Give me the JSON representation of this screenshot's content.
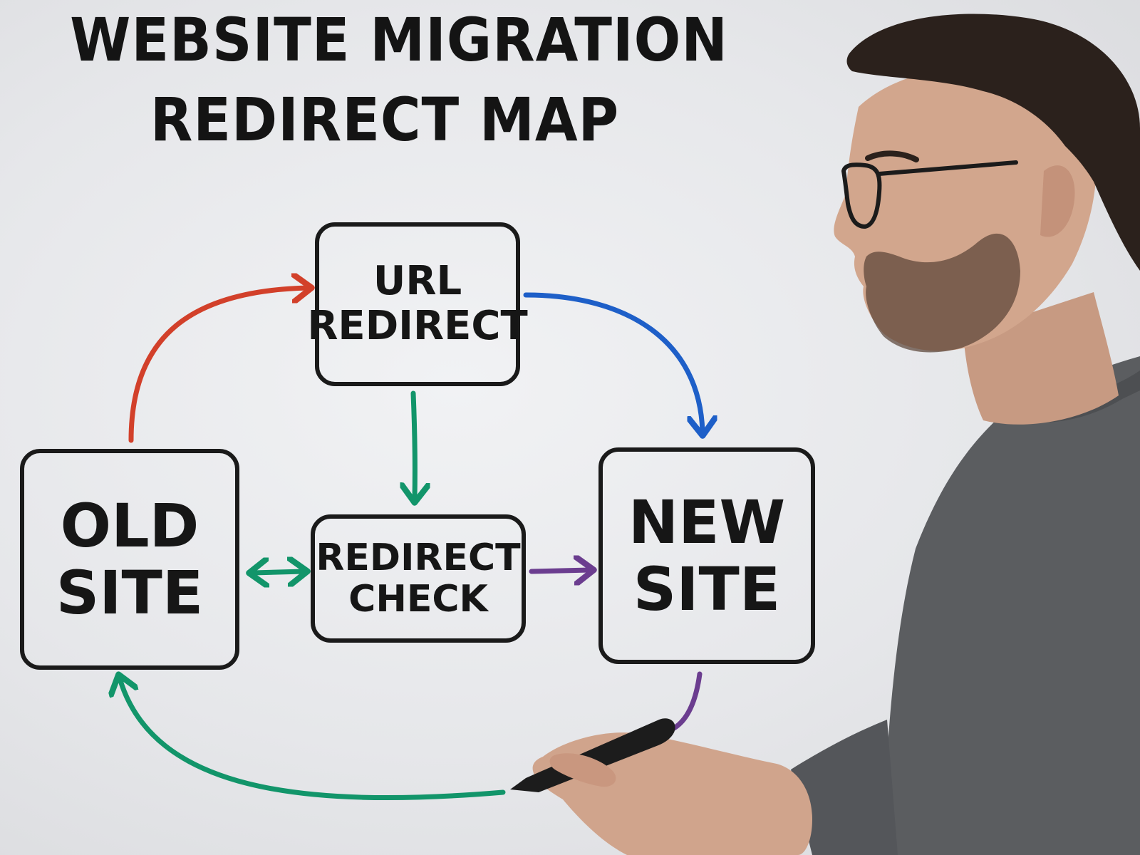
{
  "title": {
    "line1": "WEBSITE MIGRATION",
    "line2": "REDIRECT MAP"
  },
  "nodes": {
    "url_redirect": [
      "URL",
      "REDIRECT"
    ],
    "old_site": [
      "OLD",
      "SITE"
    ],
    "redirect_check": [
      "REDIRECT",
      "CHECK"
    ],
    "new_site": [
      "NEW",
      "SITE"
    ]
  },
  "colors": {
    "red_arrow": "#d2402a",
    "blue_arrow": "#1e5fc8",
    "green_arrow": "#12956a",
    "purple_arrow": "#6b3d8f",
    "ink": "#1a1a1a",
    "sweater": "#5b5d60"
  },
  "edges": [
    {
      "from": "old_site",
      "to": "url_redirect",
      "color": "red"
    },
    {
      "from": "url_redirect",
      "to": "new_site",
      "color": "blue"
    },
    {
      "from": "url_redirect",
      "to": "redirect_check",
      "color": "green"
    },
    {
      "from": "redirect_check",
      "to": "old_site",
      "color": "green",
      "bidirectional": true
    },
    {
      "from": "redirect_check",
      "to": "new_site",
      "color": "purple"
    },
    {
      "from": "new_site",
      "to": "old_site",
      "color": "green"
    }
  ]
}
